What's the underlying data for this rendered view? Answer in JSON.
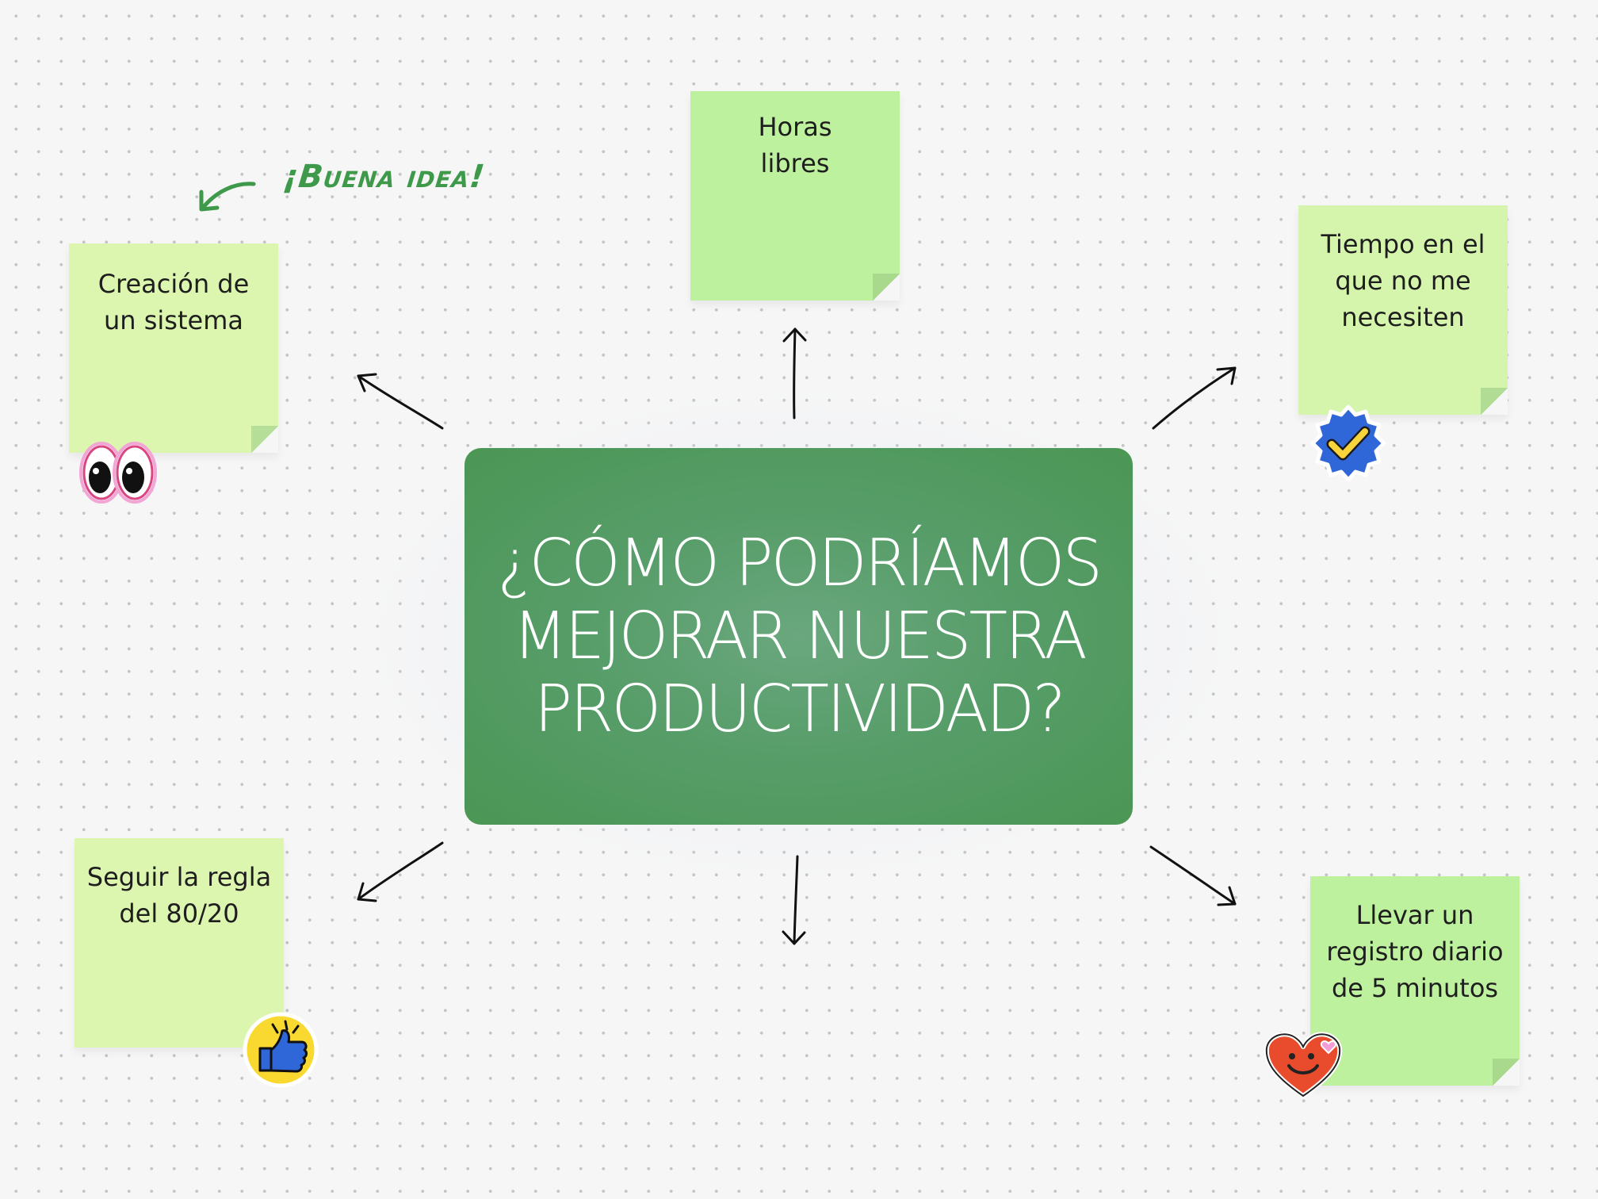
{
  "central": {
    "question_lines": [
      "¿CÓMO PODRÍAMOS",
      "MEJORAR NUESTRA",
      "PRODUCTIVIDAD?"
    ]
  },
  "annotation": {
    "text": "¡Buena idea!",
    "icon": "curved-arrow-icon",
    "color": "#3e9a4a"
  },
  "notes": [
    {
      "id": "a",
      "lines": [
        "Creación de",
        "un sistema"
      ],
      "sticker": "googly-eyes-icon",
      "color": "#dcf6b0"
    },
    {
      "id": "b",
      "lines": [
        "Horas",
        "libres"
      ],
      "sticker": "",
      "color": "#bdf19e"
    },
    {
      "id": "c",
      "lines": [
        "Tiempo en el",
        "que no me",
        "necesiten"
      ],
      "sticker": "verified-check-badge-icon",
      "color": "#d5f5ad"
    },
    {
      "id": "d",
      "lines": [
        "Seguir la regla",
        "del 80/20"
      ],
      "sticker": "thumbs-up-icon",
      "color": "#dcf6b0"
    },
    {
      "id": "e",
      "lines": [
        "Llevar un",
        "registro diario",
        "de 5 minutos"
      ],
      "sticker": "smiling-heart-icon",
      "color": "#bdf19e"
    }
  ],
  "connectors": {
    "count": 6,
    "icon": "hand-drawn-arrow-icon"
  },
  "colors": {
    "central_card": "#4e9859",
    "background": "#f6f6f6",
    "text_dark": "#1e1e1e"
  }
}
